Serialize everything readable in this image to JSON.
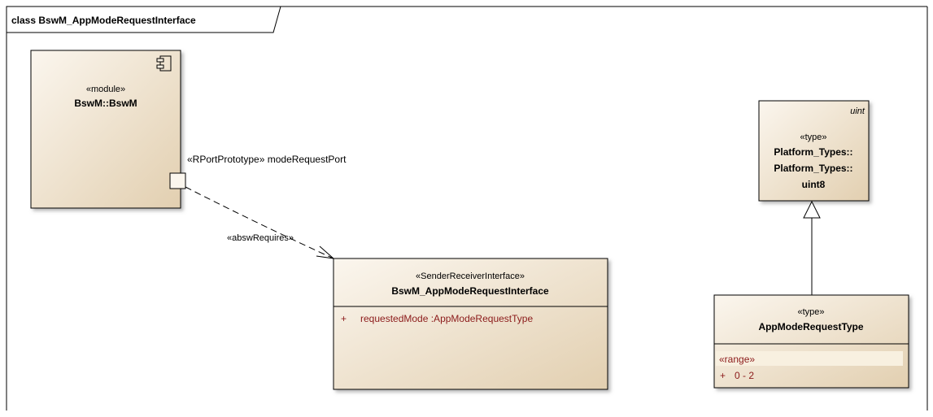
{
  "frame": {
    "title": "class BswM_AppModeRequestInterface"
  },
  "module": {
    "stereotype": "«module»",
    "name": "BswM::BswM"
  },
  "port": {
    "label": "«RPortPrototype» modeRequestPort"
  },
  "dependency": {
    "label": "«abswRequires»"
  },
  "interface": {
    "stereotype": "«SenderReceiverInterface»",
    "name": "BswM_AppModeRequestInterface",
    "attr_visibility": "+",
    "attr_text": "requestedMode  :AppModeRequestType"
  },
  "uint8": {
    "tag": "uint",
    "stereotype": "«type»",
    "name_line1": "Platform_Types::",
    "name_line2": "Platform_Types::",
    "name_line3": "uint8"
  },
  "appmode": {
    "stereotype": "«type»",
    "name": "AppModeRequestType",
    "range_label": "«range»",
    "range_visibility": "+",
    "range_value": "0 - 2"
  },
  "colors": {
    "box_light": "#f7efe2",
    "box_dark": "#dcc8a8",
    "border": "#000000",
    "attr": "#8b1a1a"
  }
}
